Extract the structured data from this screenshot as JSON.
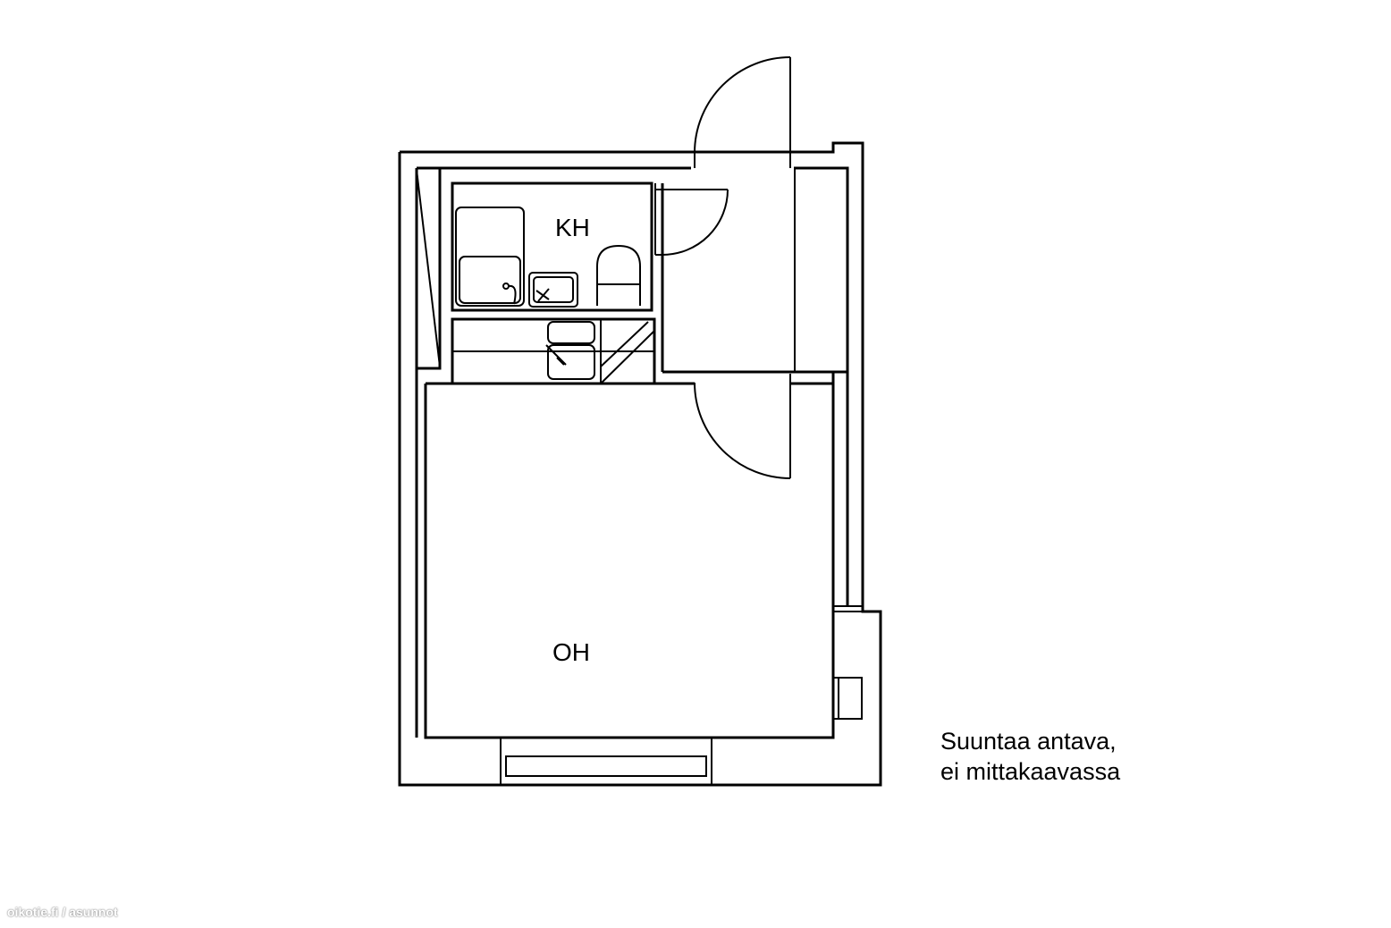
{
  "plan": {
    "rooms": [
      {
        "id": "kh",
        "label": "KH"
      },
      {
        "id": "oh",
        "label": "OH"
      }
    ]
  },
  "note": {
    "line1": "Suuntaa antava,",
    "line2": "ei mittakaavassa"
  },
  "watermark": "oikotie.fi / asunnot"
}
